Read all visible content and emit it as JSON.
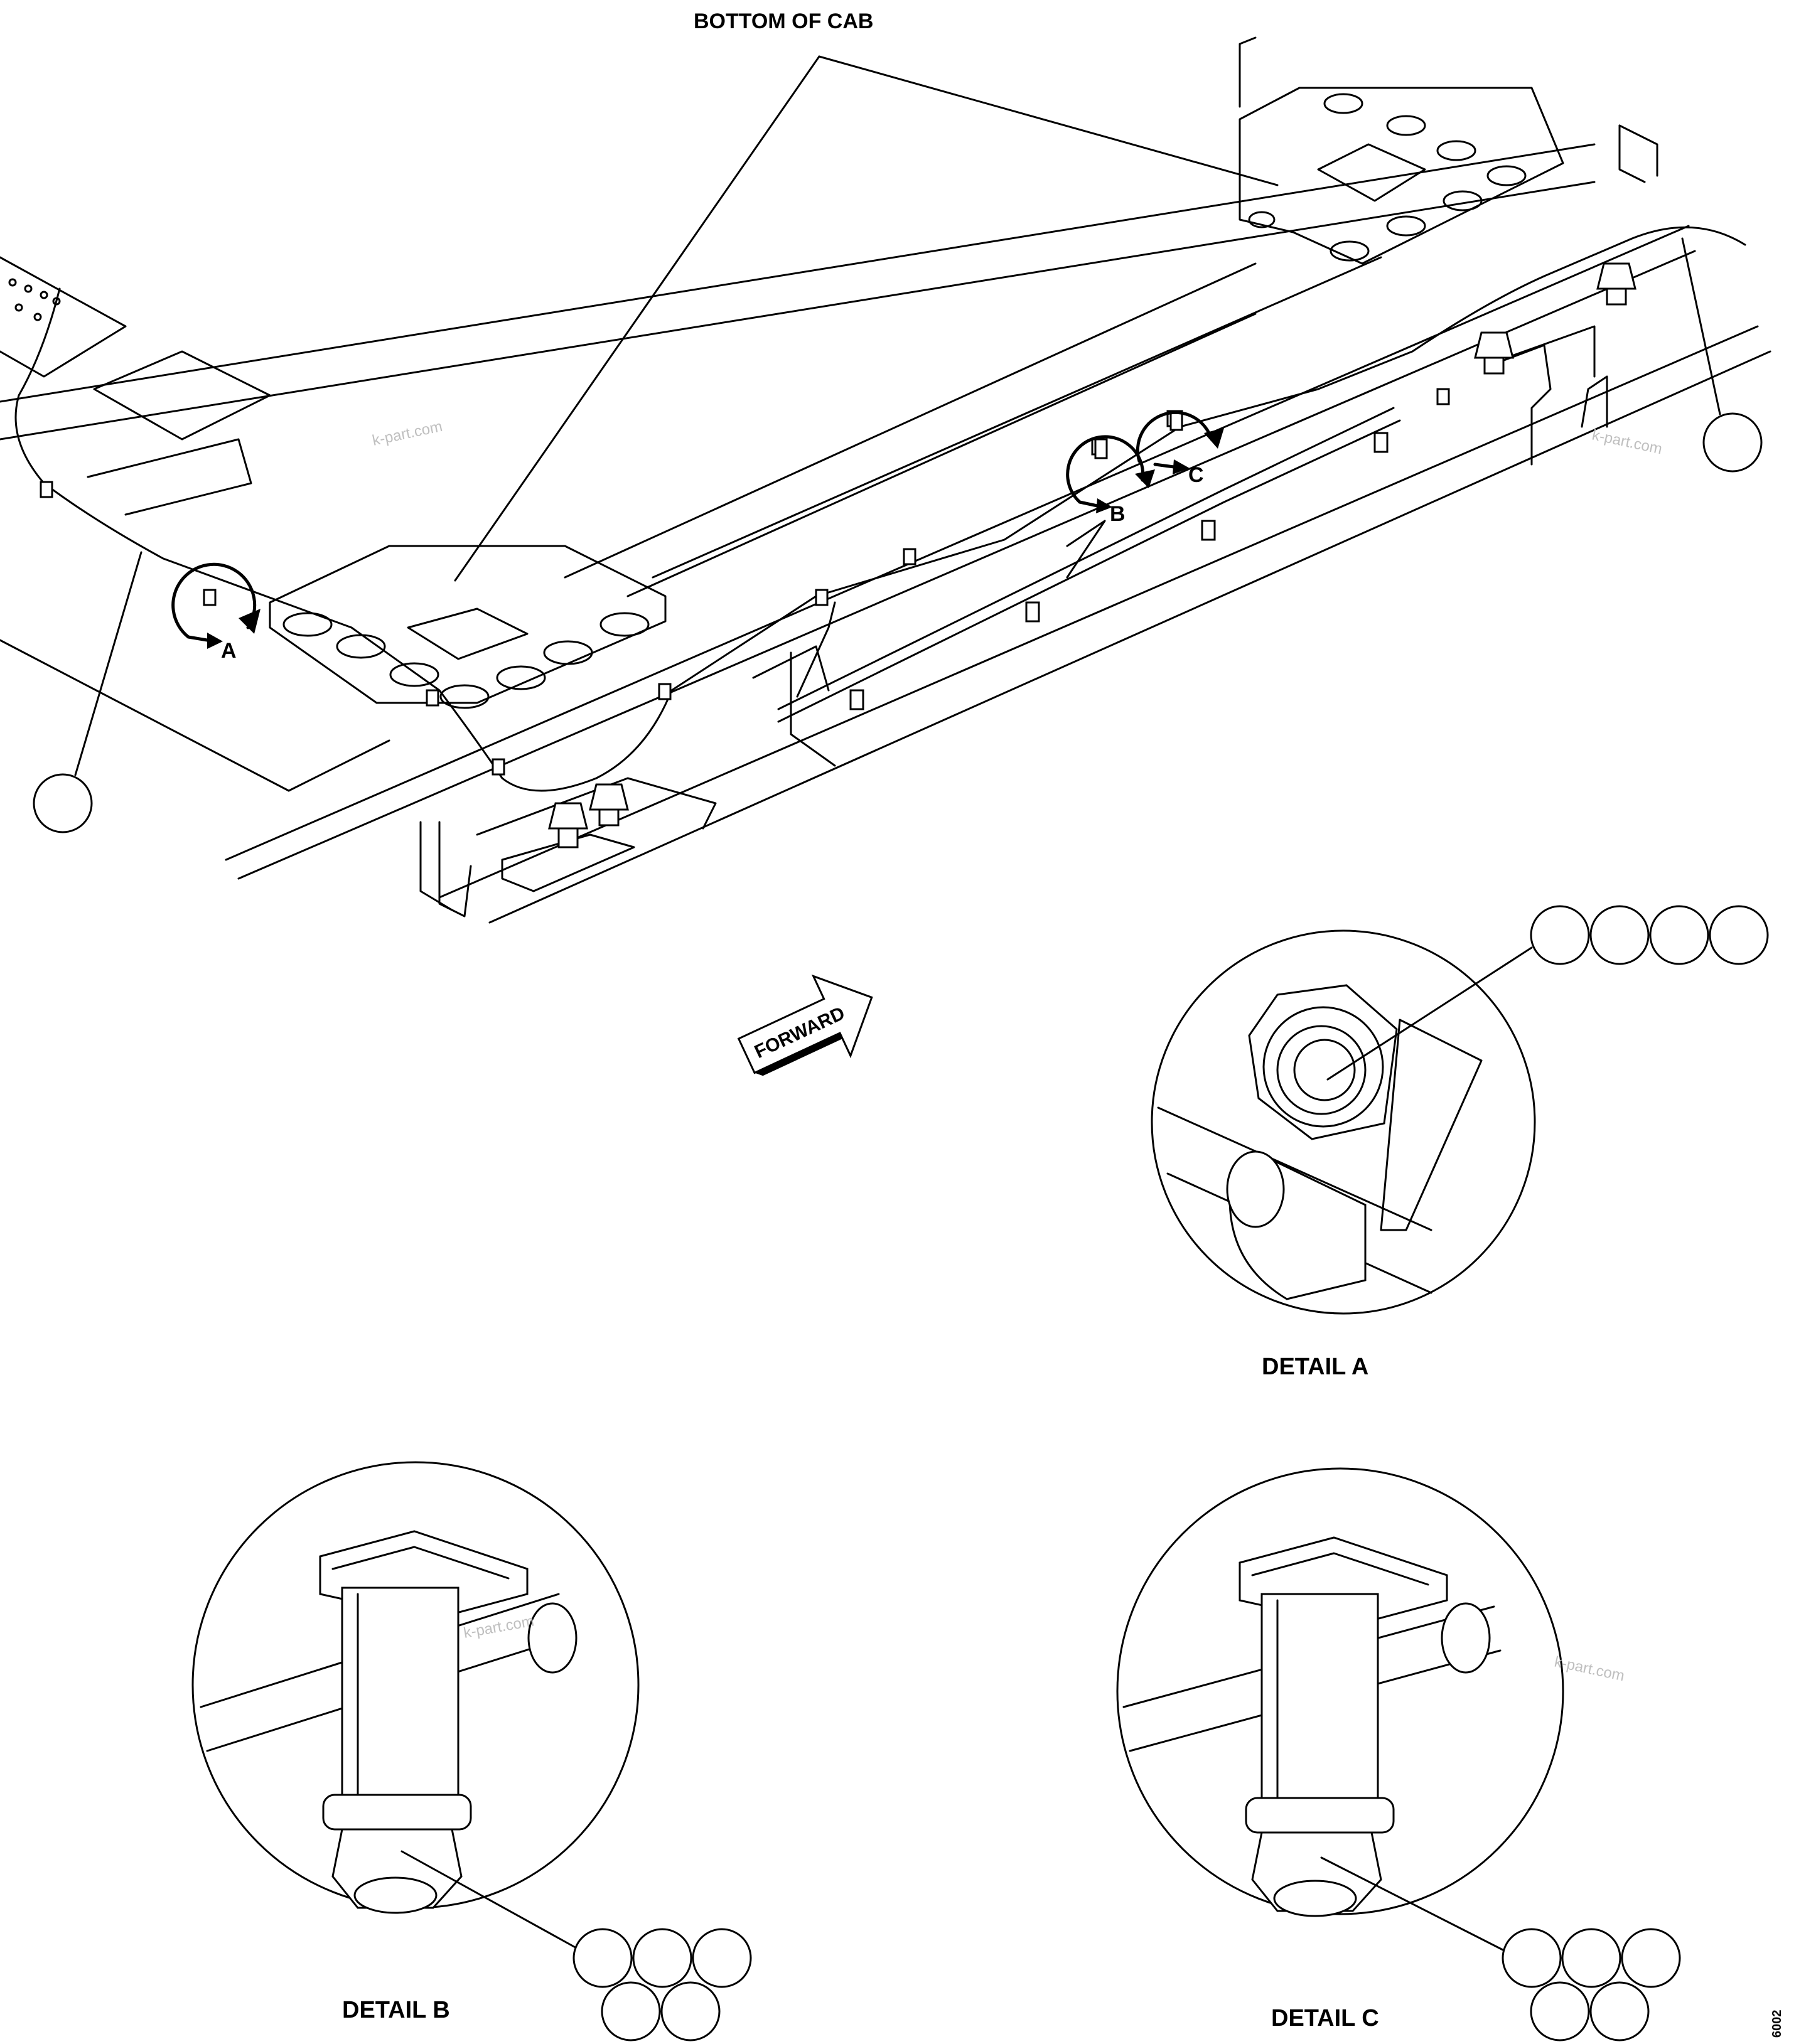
{
  "labels": {
    "bottom_of_cab": "BOTTOM OF CAB",
    "forward": "FORWARD",
    "ref_a": "A",
    "ref_b": "B",
    "ref_c": "C",
    "detail_a": "DETAIL A",
    "detail_b": "DETAIL B",
    "detail_c": "DETAIL C",
    "figure_number": "6002"
  },
  "watermark": "k-part.com",
  "icons": {
    "forward_arrow": "forward-arrow-icon",
    "callout_balloon": "callout-balloon-icon",
    "detail_view": "magnified-detail-circle"
  },
  "colors": {
    "line": "#000000",
    "background": "#ffffff",
    "watermark": "#bfbfbf"
  }
}
